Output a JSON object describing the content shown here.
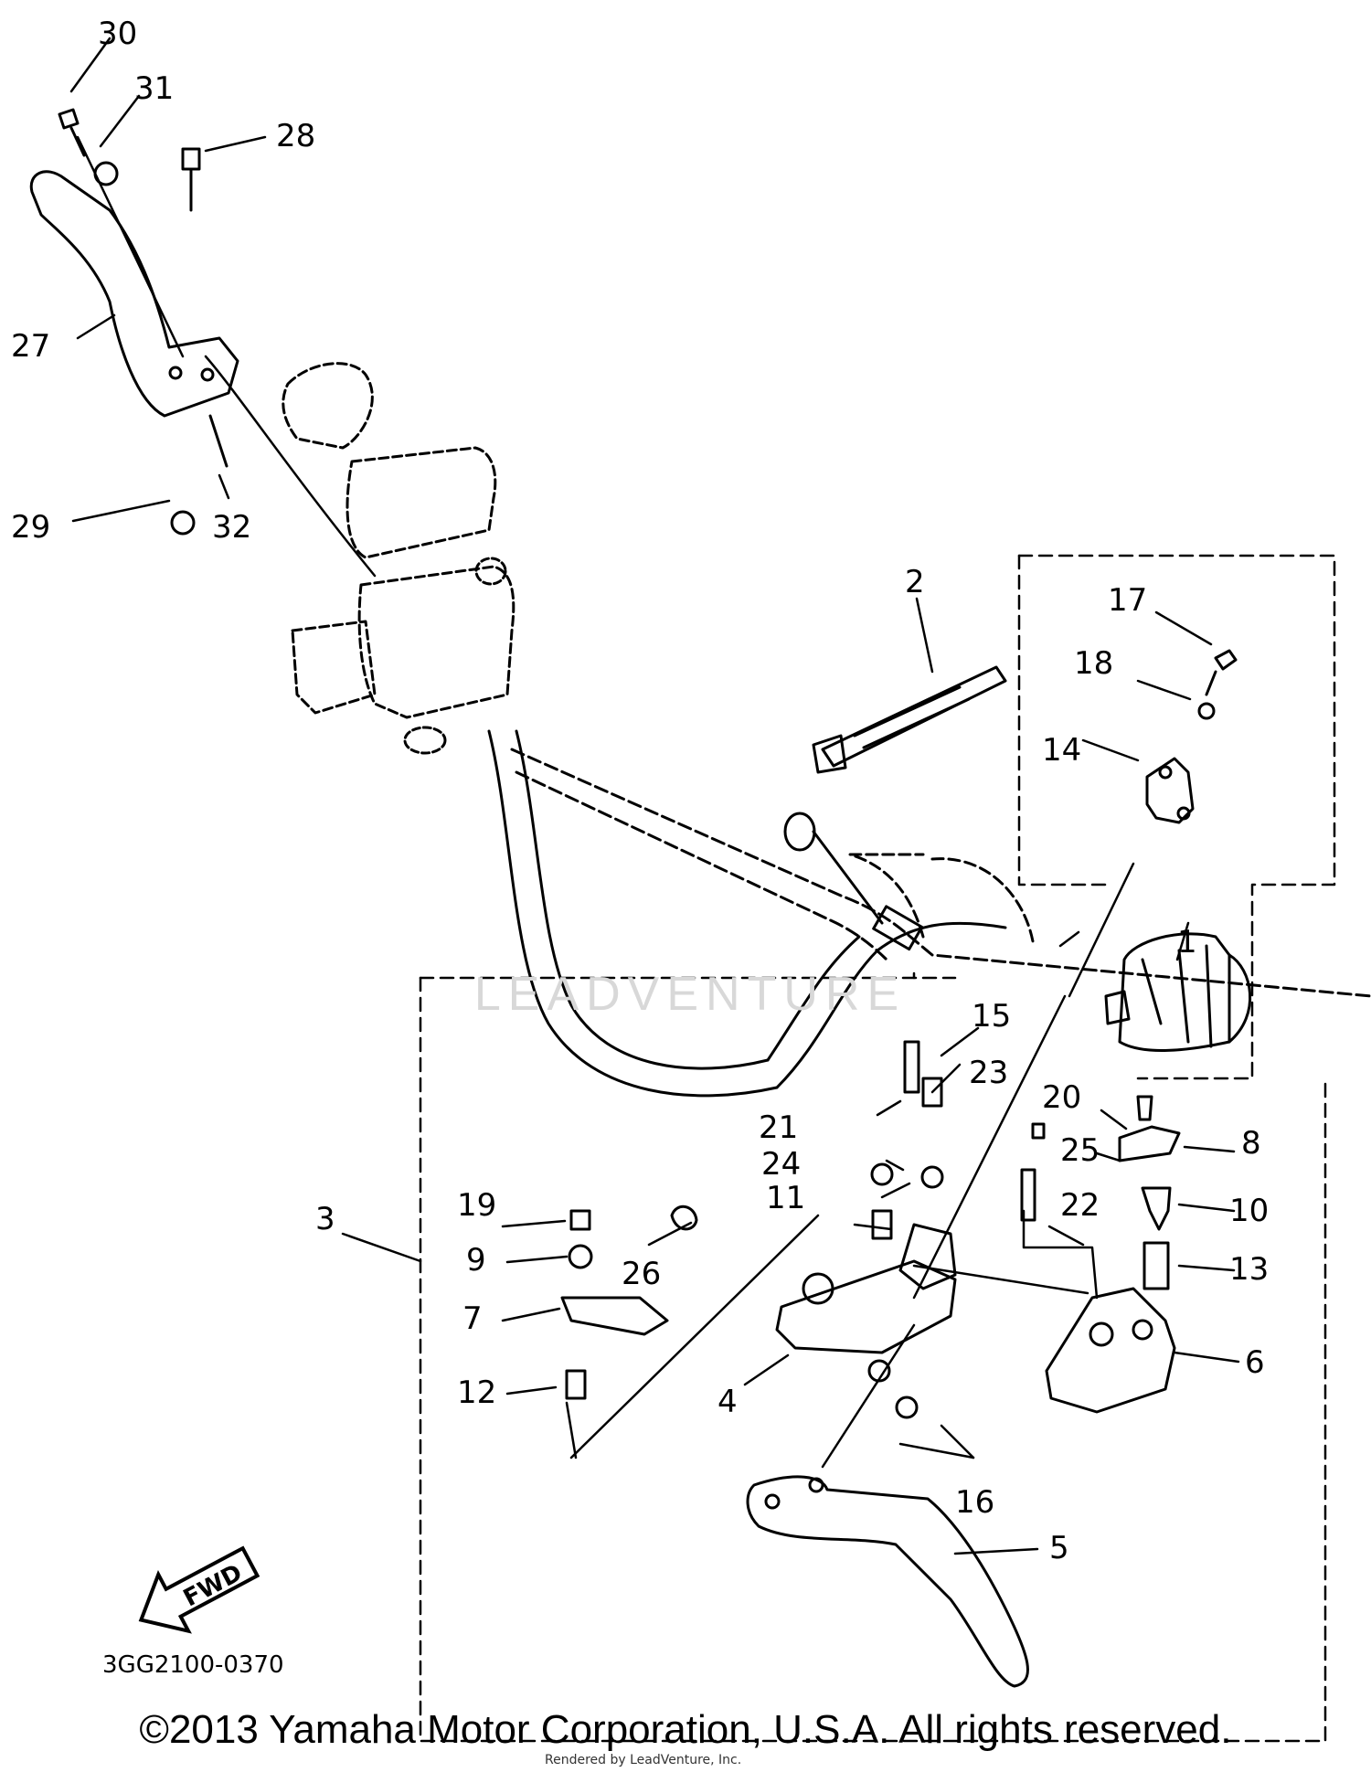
{
  "callouts": {
    "c1": "1",
    "c2": "2",
    "c3": "3",
    "c4": "4",
    "c5": "5",
    "c6": "6",
    "c7": "7",
    "c8": "8",
    "c9": "9",
    "c10": "10",
    "c11": "11",
    "c12": "12",
    "c13": "13",
    "c14": "14",
    "c15": "15",
    "c16": "16",
    "c17": "17",
    "c18": "18",
    "c19": "19",
    "c20": "20",
    "c21": "21",
    "c22": "22",
    "c23": "23",
    "c24": "24",
    "c25": "25",
    "c26": "26",
    "c27": "27",
    "c28": "28",
    "c29": "29",
    "c30": "30",
    "c31": "31",
    "c32": "32"
  },
  "fwd_label": "FWD",
  "diagram_code": "3GG2100-0370",
  "watermark": "LEADVENTURE",
  "copyright": "©2013 Yamaha Motor Corporation, U.S.A. All rights reserved.",
  "rendered_by": "Rendered by LeadVenture, Inc."
}
